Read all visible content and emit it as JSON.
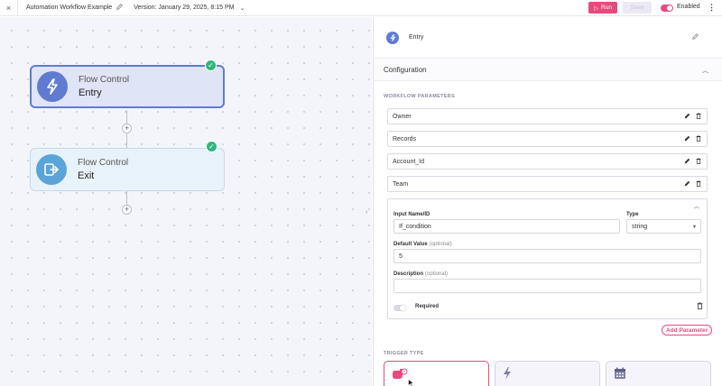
{
  "topbar": {
    "close_icon": "×",
    "workflow_title": "Automation Workflow Example",
    "version_label": "Version: January 29, 2025, 8:15 PM",
    "run_label": "Run",
    "save_label": "Save",
    "enabled_label": "Enabled",
    "enabled": true
  },
  "canvas": {
    "nodes": [
      {
        "kind": "Flow Control",
        "name": "Entry",
        "icon": "lightning-icon",
        "selected": true,
        "valid": true
      },
      {
        "kind": "Flow Control",
        "name": "Exit",
        "icon": "exit-icon",
        "selected": false,
        "valid": true
      }
    ]
  },
  "panel": {
    "header_title": "Entry",
    "configuration_title": "Configuration",
    "workflow_params_label": "WORKFLOW PARAMETERS",
    "params": [
      "Owner",
      "Records",
      "Account_Id",
      "Team"
    ],
    "expanded_param": {
      "input_name_label": "Input Name/ID",
      "input_name_value": "If_condition",
      "type_label": "Type",
      "type_value": "string",
      "default_label": "Default Value",
      "default_optional": "(optional)",
      "default_value": "5",
      "description_label": "Description",
      "description_optional": "(optional)",
      "description_value": "",
      "required_label": "Required",
      "required": false
    },
    "add_parameter_label": "Add Parameter",
    "trigger_type_label": "TRIGGER TYPE",
    "trigger_types": [
      "manual-trigger-icon",
      "event-trigger-icon",
      "schedule-trigger-icon"
    ],
    "active_trigger": 0
  },
  "colors": {
    "accent": "#e84a7b",
    "entry_node": "#5f7cd0",
    "exit_node": "#5aa4d8",
    "success": "#2fb77c"
  }
}
